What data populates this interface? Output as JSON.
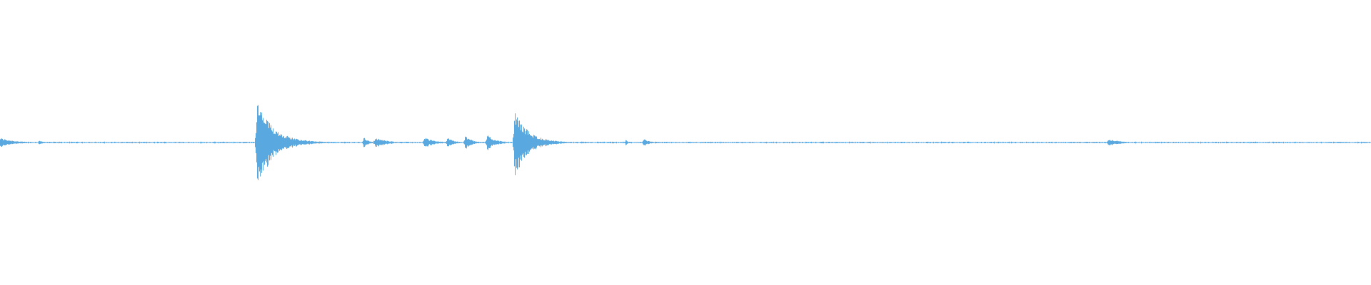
{
  "waveform": {
    "color": "#5aa8e0",
    "baseline_amplitude": 0.012,
    "events": [
      {
        "t": 0.0,
        "amp": 0.06,
        "decay": 0.01
      },
      {
        "t": 0.028,
        "amp": 0.03,
        "decay": 0.003
      },
      {
        "t": 0.187,
        "amp": 0.55,
        "decay": 0.012
      },
      {
        "t": 0.201,
        "amp": 0.1,
        "decay": 0.006
      },
      {
        "t": 0.219,
        "amp": 0.04,
        "decay": 0.012
      },
      {
        "t": 0.265,
        "amp": 0.08,
        "decay": 0.003
      },
      {
        "t": 0.273,
        "amp": 0.07,
        "decay": 0.008
      },
      {
        "t": 0.309,
        "amp": 0.07,
        "decay": 0.007
      },
      {
        "t": 0.326,
        "amp": 0.08,
        "decay": 0.004
      },
      {
        "t": 0.339,
        "amp": 0.09,
        "decay": 0.005
      },
      {
        "t": 0.355,
        "amp": 0.1,
        "decay": 0.006
      },
      {
        "t": 0.375,
        "amp": 0.42,
        "decay": 0.01
      },
      {
        "t": 0.456,
        "amp": 0.04,
        "decay": 0.002
      },
      {
        "t": 0.469,
        "amp": 0.05,
        "decay": 0.004
      },
      {
        "t": 0.808,
        "amp": 0.05,
        "decay": 0.008
      }
    ]
  }
}
